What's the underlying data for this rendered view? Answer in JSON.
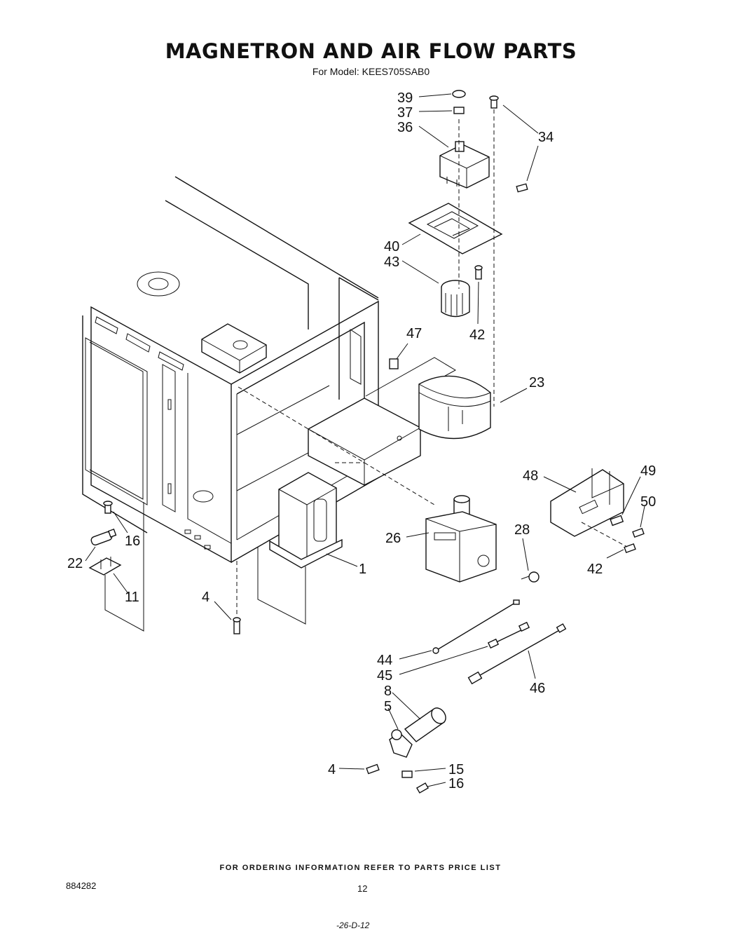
{
  "header": {
    "title": "MAGNETRON AND AIR FLOW PARTS",
    "subtitle": "For Model: KEES705SAB0"
  },
  "callouts": [
    {
      "id": "c39",
      "label": "39"
    },
    {
      "id": "c37",
      "label": "37"
    },
    {
      "id": "c36",
      "label": "36"
    },
    {
      "id": "c34",
      "label": "34"
    },
    {
      "id": "c40",
      "label": "40"
    },
    {
      "id": "c43",
      "label": "43"
    },
    {
      "id": "c42a",
      "label": "42"
    },
    {
      "id": "c47",
      "label": "47"
    },
    {
      "id": "c23",
      "label": "23"
    },
    {
      "id": "c48",
      "label": "48"
    },
    {
      "id": "c49",
      "label": "49"
    },
    {
      "id": "c50",
      "label": "50"
    },
    {
      "id": "c42b",
      "label": "42"
    },
    {
      "id": "c28",
      "label": "28"
    },
    {
      "id": "c26",
      "label": "26"
    },
    {
      "id": "c1",
      "label": "1"
    },
    {
      "id": "c16a",
      "label": "16"
    },
    {
      "id": "c22",
      "label": "22"
    },
    {
      "id": "c11",
      "label": "11"
    },
    {
      "id": "c4a",
      "label": "4"
    },
    {
      "id": "c44",
      "label": "44"
    },
    {
      "id": "c45",
      "label": "45"
    },
    {
      "id": "c46",
      "label": "46"
    },
    {
      "id": "c8",
      "label": "8"
    },
    {
      "id": "c5",
      "label": "5"
    },
    {
      "id": "c4b",
      "label": "4"
    },
    {
      "id": "c15",
      "label": "15"
    },
    {
      "id": "c16b",
      "label": "16"
    }
  ],
  "footer": {
    "ordering_note": "FOR ORDERING INFORMATION REFER TO PARTS PRICE LIST",
    "doc_number": "884282",
    "page_number": "12",
    "bottom_code": "-26-D-12"
  }
}
